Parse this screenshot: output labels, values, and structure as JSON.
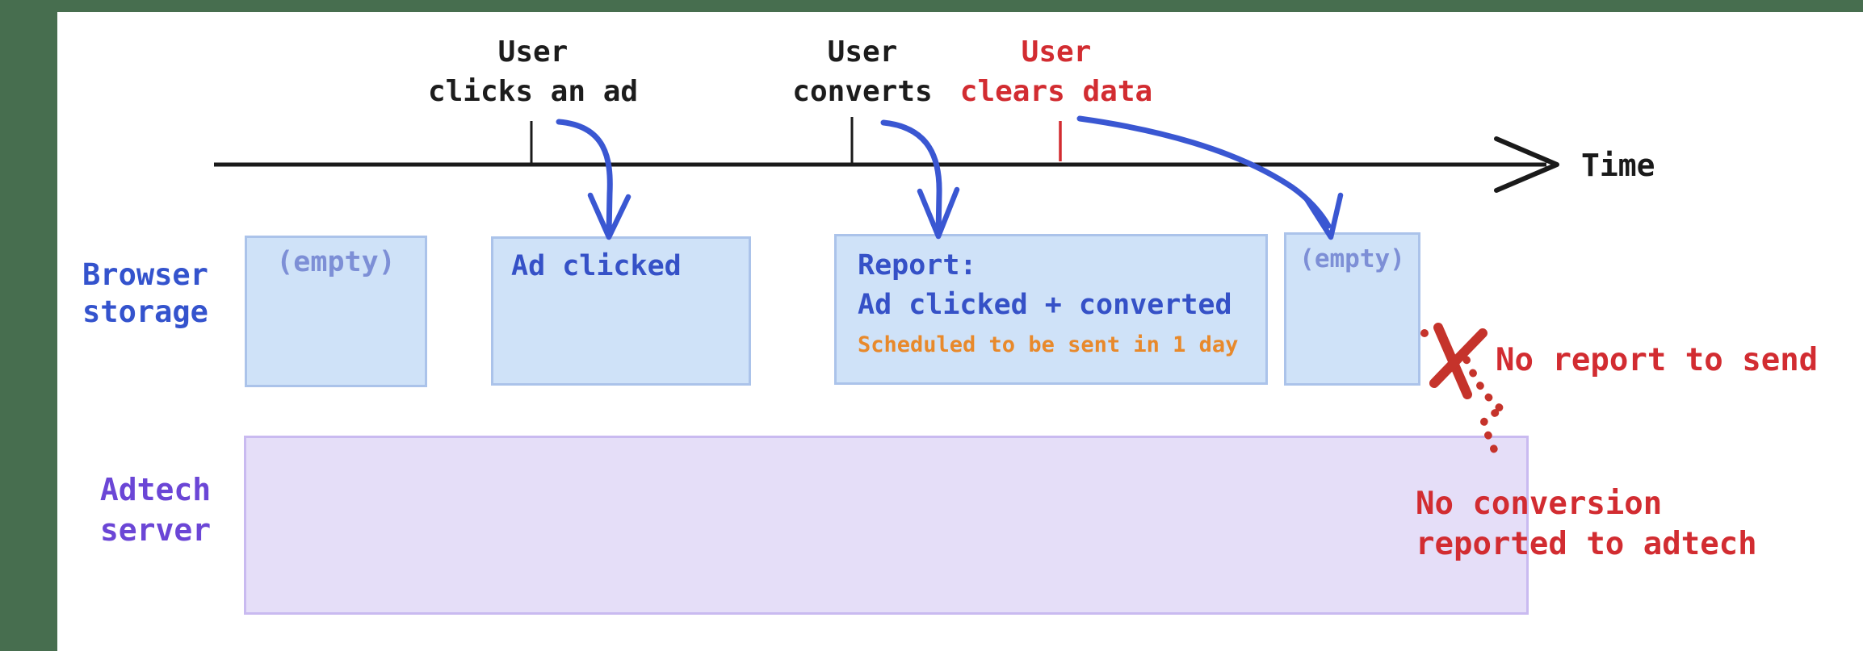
{
  "colors": {
    "frame_green": "#476e4f",
    "axis_black": "#1a1a1a",
    "arrow_blue": "#3a57d2",
    "box_blue_fill": "#cfe2f8",
    "box_blue_border": "#abc3ea",
    "box_text_blue": "#3551c7",
    "empty_text_blue": "#7d8fd6",
    "note_orange": "#e8892b",
    "alert_red": "#d22c31",
    "x_mark_red": "#c5332b",
    "browser_label_blue": "#3453cd",
    "adtech_label_purple": "#6b46d6",
    "server_box_fill": "#e5def8",
    "server_box_border": "#c9baf0"
  },
  "timeline": {
    "time_label": "Time",
    "events": [
      {
        "id": "clicks",
        "label": "User\nclicks an ad",
        "color": "#1c1c1c"
      },
      {
        "id": "converts",
        "label": "User\nconverts",
        "color": "#1c1c1c"
      },
      {
        "id": "clears",
        "label": "User\nclears data",
        "color": "#d22c31"
      }
    ]
  },
  "browser_row": {
    "label": "Browser\nstorage",
    "boxes": [
      {
        "text": "(empty)"
      },
      {
        "text": "Ad clicked"
      },
      {
        "title": "Report:",
        "line2": "Ad clicked + converted",
        "note": "Scheduled to be sent in 1 day"
      },
      {
        "text": "(empty)"
      }
    ]
  },
  "adtech_row": {
    "label": "Adtech\nserver"
  },
  "annotations": {
    "no_report": "No report to send",
    "no_conversion": "No conversion\nreported to adtech"
  }
}
